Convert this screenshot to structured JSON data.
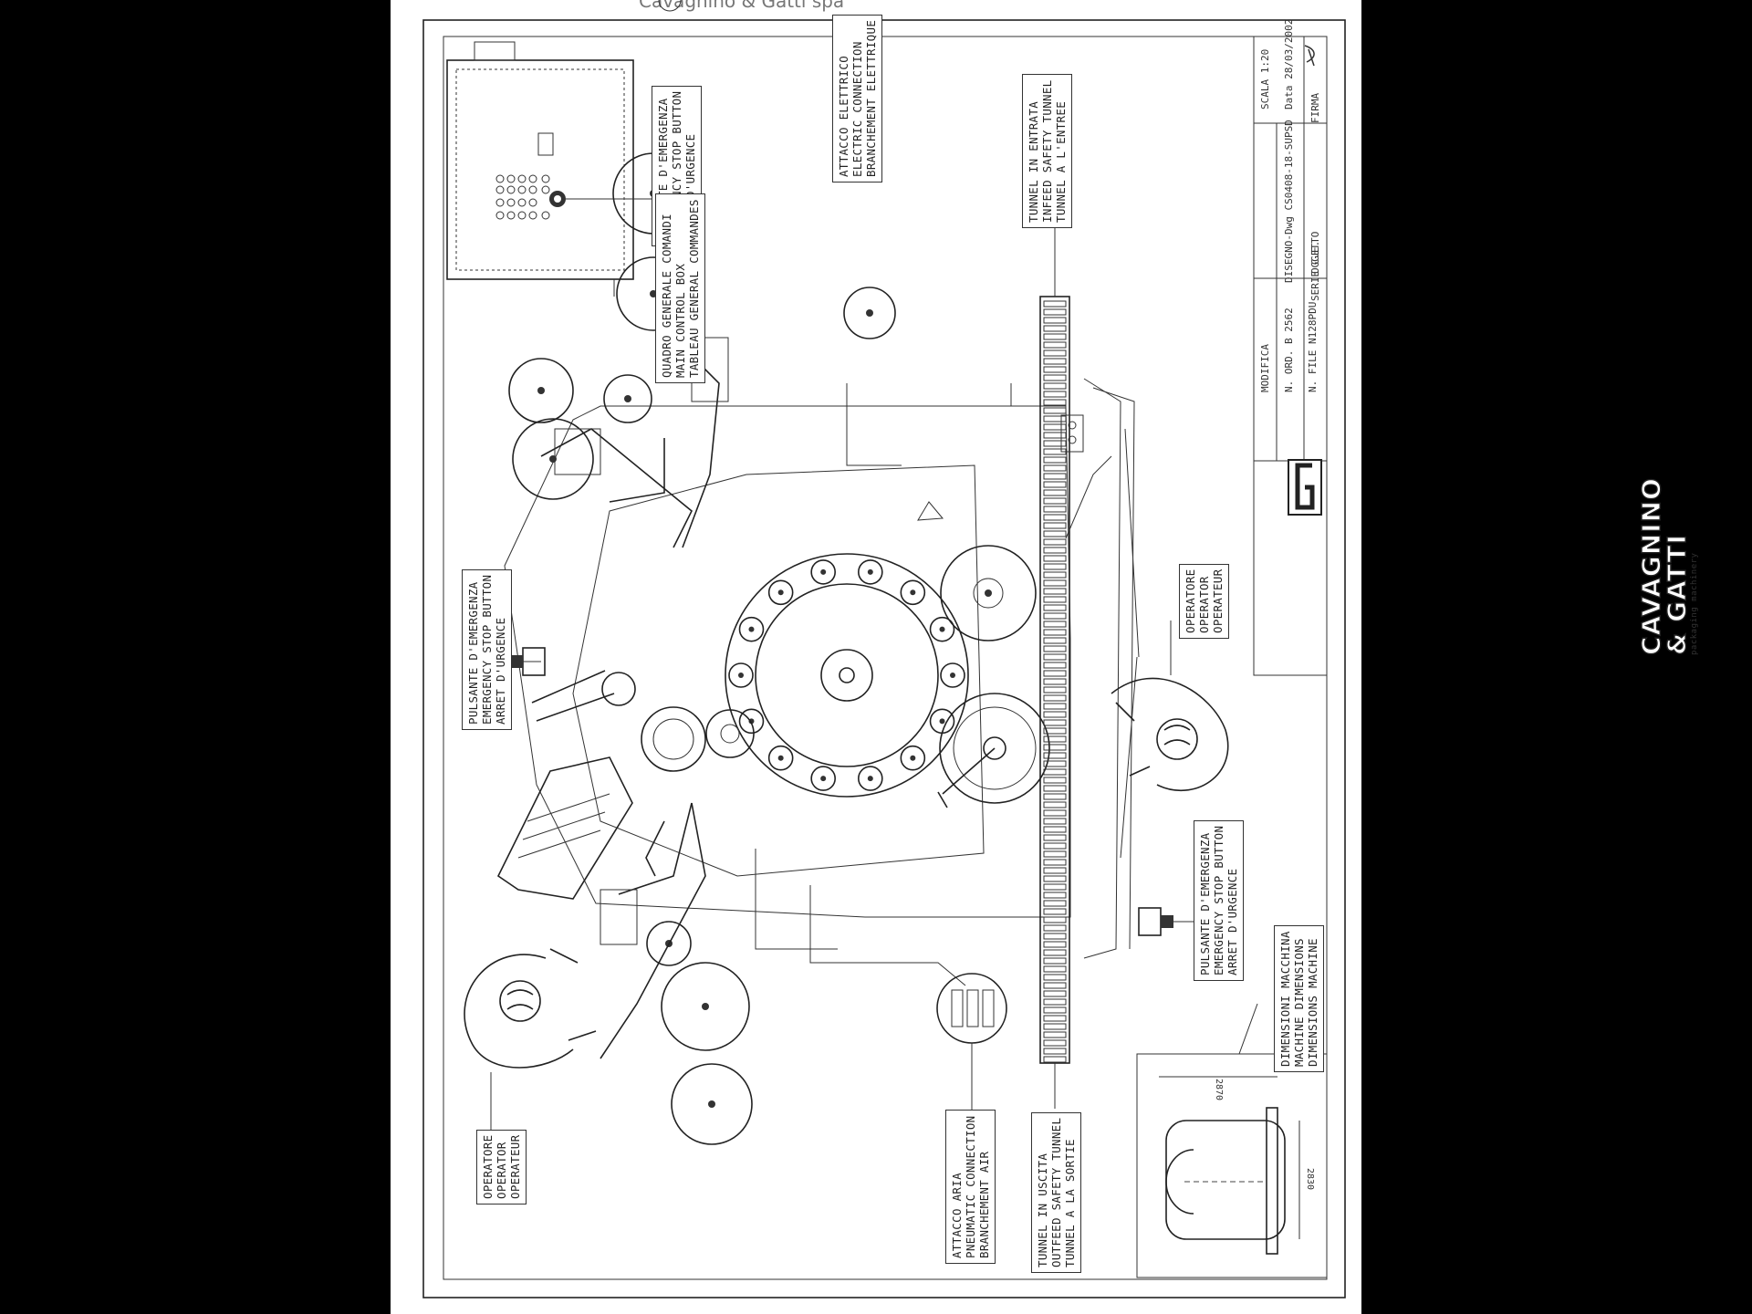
{
  "header_text": "Cavagnino & Gatti spa",
  "labels": {
    "emergency_panel": [
      "PULSANTE D'EMERGENZA",
      "EMERGENCY STOP BUTTON",
      "ARRET D'URGENCE"
    ],
    "control_box": [
      "QUADRO GENERALE COMANDI",
      "MAIN CONTROL BOX",
      "TABLEAU GENERAL COMMANDES"
    ],
    "electric": [
      "ATTACCO ELETTRICO",
      "ELECTRIC CONNECTION",
      "BRANCHEMENT ELETTRIQUE"
    ],
    "tunnel_in": [
      "TUNNEL IN ENTRATA",
      "INFEED SAFETY TUNNEL",
      "TUNNEL A L'ENTREE"
    ],
    "emergency_left": [
      "PULSANTE D'EMERGENZA",
      "EMERGENCY STOP BUTTON",
      "ARRET D'URGENCE"
    ],
    "operator_right": [
      "OPERATORE",
      "OPERATOR",
      "OPERATEUR"
    ],
    "emergency_right": [
      "PULSANTE D'EMERGENZA",
      "EMERGENCY STOP BUTTON",
      "ARRET D'URGENCE"
    ],
    "dimensions": [
      "DIMENSIONI MACCHINA",
      "MACHINE DIMENSIONS",
      "DIMENSIONS MACHINE"
    ],
    "operator_left": [
      "OPERATORE",
      "OPERATOR",
      "OPERATEUR"
    ],
    "air": [
      "ATTACCO ARIA",
      "PNEUMATIC CONNECTION",
      "BRANCHEMENT AIR"
    ],
    "tunnel_out": [
      "TUNNEL IN USCITA",
      "OUTFEED SAFETY TUNNEL",
      "TUNNEL A LA SORTIE"
    ]
  },
  "dimensions": {
    "width": "2870",
    "depth": "2830"
  },
  "title_block": {
    "scale": "SCALA 1:20",
    "date": "Data 28/03/2002",
    "firma": "FIRMA",
    "modifica": "MODIFICA",
    "disegno": "DISEGNO-Dwg CS0408-18-SUPSD",
    "n_ord": "N. ORD.  B 2562",
    "n_file": "N. FILE  N128PDU",
    "oggetto": "OGGETTO",
    "serie": "SERIE C.E."
  },
  "logo": {
    "line1": "CAVAGNINO",
    "line2": "& GATTI",
    "tagline": "packaging machinery"
  }
}
